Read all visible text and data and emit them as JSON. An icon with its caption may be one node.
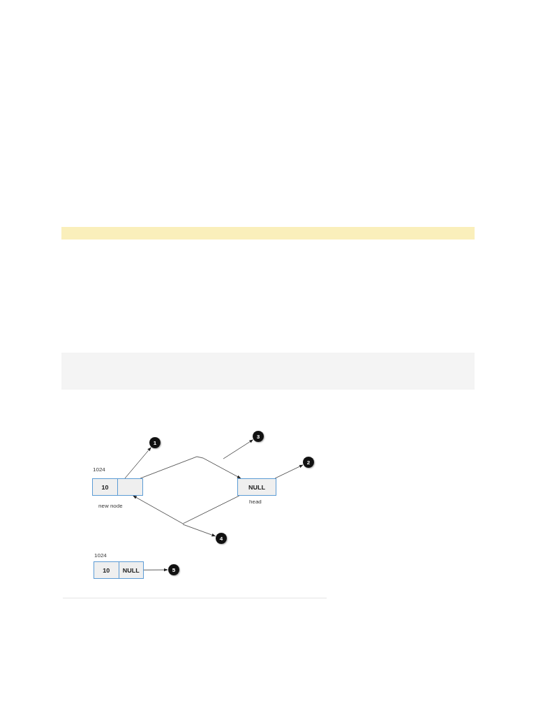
{
  "diagram": {
    "nodes": [
      {
        "text": [
          "1"
        ]
      },
      {
        "text": [
          "3"
        ]
      },
      {
        "text": [
          "2"
        ]
      },
      {
        "text": [
          "10"
        ],
        "beside": [
          "1024",
          "new node"
        ]
      },
      {
        "text": [
          "NULL"
        ],
        "beside": [
          "head"
        ]
      },
      {
        "text": [
          "4"
        ]
      },
      {
        "text": [
          "5"
        ]
      },
      {
        "text": [
          "10",
          "NULL"
        ],
        "beside": [
          "1024"
        ]
      }
    ],
    "edges": [
      {
        "from": 3,
        "to": 0,
        "arrow": "to"
      },
      {
        "from": 3,
        "to": 4,
        "arrow": "to"
      },
      {
        "from": null,
        "to": 1,
        "arrow": "to"
      },
      {
        "from": 4,
        "to": 2,
        "arrow": "to"
      },
      {
        "from": 4,
        "to": 3,
        "arrow": "to"
      },
      {
        "from": null,
        "to": 5,
        "arrow": "to"
      },
      {
        "from": 7,
        "to": 6,
        "arrow": "to"
      }
    ]
  }
}
